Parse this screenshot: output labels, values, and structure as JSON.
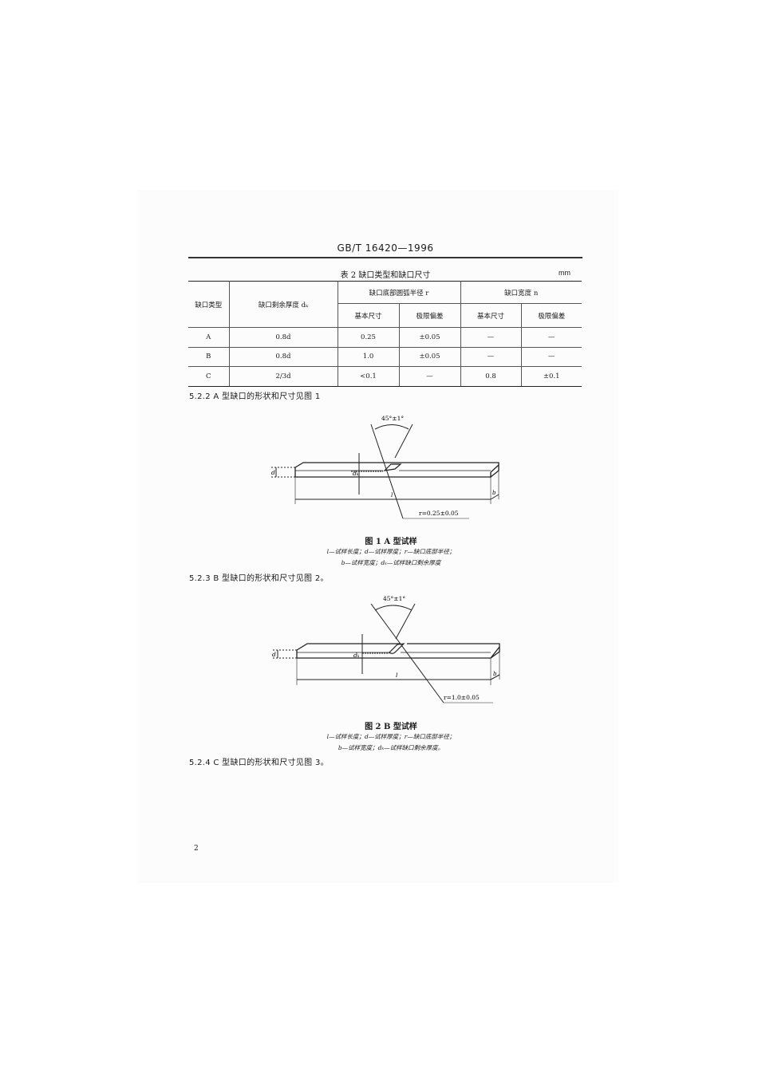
{
  "document": {
    "standard_code": "GB/T 16420—1996",
    "page_number": "2"
  },
  "table": {
    "caption": "表 2  缺口类型和缺口尺寸",
    "unit": "mm",
    "headers": {
      "notch_type": "缺口类型",
      "remaining_thickness": "缺口剩余厚度 dₖ",
      "radius_group": "缺口底部圆弧半径 r",
      "width_group": "缺口宽度 n",
      "basic_size": "基本尺寸",
      "limit_deviation": "极限偏差"
    },
    "rows": [
      {
        "type": "A",
        "thickness": "0.8d",
        "r_basic": "0.25",
        "r_dev": "±0.05",
        "n_basic": "—",
        "n_dev": "—"
      },
      {
        "type": "B",
        "thickness": "0.8d",
        "r_basic": "1.0",
        "r_dev": "±0.05",
        "n_basic": "—",
        "n_dev": "—"
      },
      {
        "type": "C",
        "thickness": "2/3d",
        "r_basic": "<0.1",
        "r_dev": "—",
        "n_basic": "0.8",
        "n_dev": "±0.1"
      }
    ]
  },
  "sections": {
    "s522": "5.2.2  A 型缺口的形状和尺寸见图 1",
    "s523": "5.2.3  B 型缺口的形状和尺寸见图 2。",
    "s524": "5.2.4  C 型缺口的形状和尺寸见图 3。"
  },
  "figure1": {
    "angle_label": "45°±1°",
    "radius_label": "r=0.25±0.05",
    "label_d": "d",
    "label_dk": "dₖ",
    "label_l": "l",
    "label_b": "b",
    "caption": "图 1  A 型试样",
    "legend_line1": "l—试样长度；d—试样厚度；r—缺口底部半径；",
    "legend_line2": "b—试样宽度；dₖ—试样缺口剩余厚度"
  },
  "figure2": {
    "angle_label": "45°±1°",
    "radius_label": "r=1.0±0.05",
    "label_d": "d",
    "label_dk": "dₖ",
    "label_l": "l",
    "label_b": "b",
    "caption": "图 2  B 型试样",
    "legend_line1": "l—试样长度；d—试样厚度；r—缺口底部半径；",
    "legend_line2": "b—试样宽度；dₖ—试样缺口剩余厚度。"
  }
}
